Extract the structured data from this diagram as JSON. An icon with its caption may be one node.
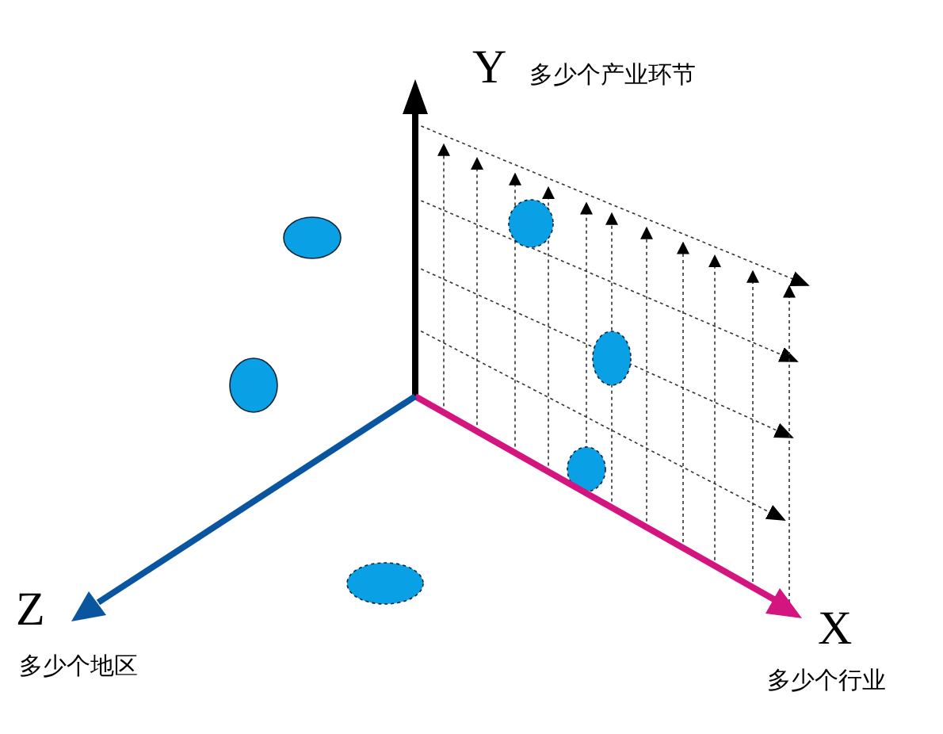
{
  "diagram": {
    "labels": [
      "Y",
      "多少个产业环节",
      "Z",
      "多少个地区",
      "X",
      "多少个行业"
    ]
  }
}
